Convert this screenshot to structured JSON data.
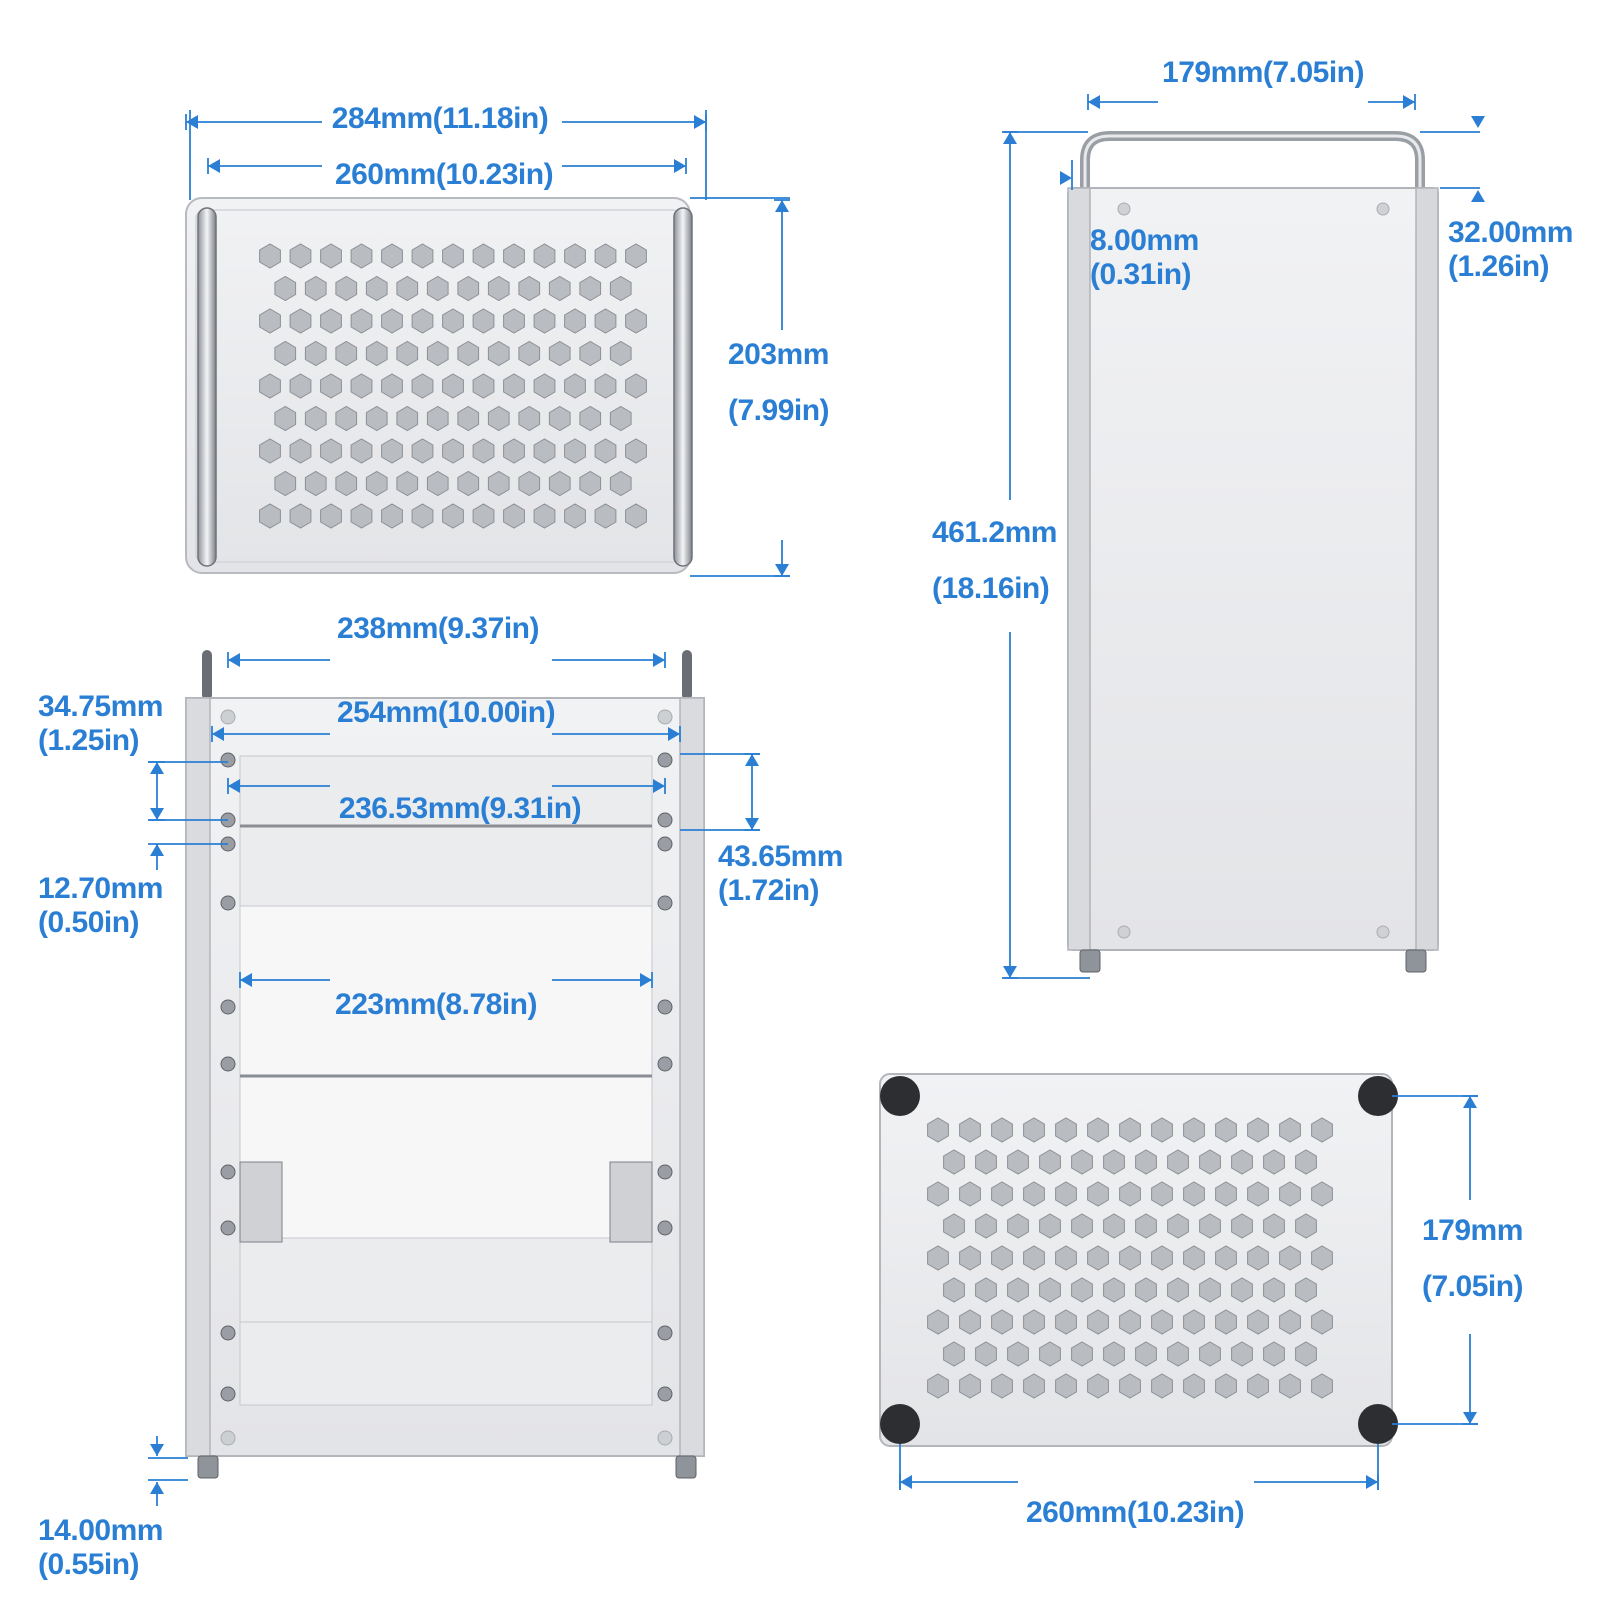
{
  "diagram": {
    "accent_color": "#2a7fd4",
    "case_color": "#e9eaec",
    "dimensions": {
      "top_overall_width": "284mm(11.18in)",
      "top_inner_width": "260mm(10.23in)",
      "top_height_mm": "203mm",
      "top_height_in": "(7.99in)",
      "side_handle_width": "179mm(7.05in)",
      "handle_offset_mm": "8.00mm",
      "handle_offset_in": "(0.31in)",
      "handle_height_mm": "32.00mm",
      "handle_height_in": "(1.26in)",
      "total_height_mm": "461.2mm",
      "total_height_in": "(18.16in)",
      "rail_width_238": "238mm(9.37in)",
      "rail_width_254": "254mm(10.00in)",
      "rail_width_236": "236.53mm(9.31in)",
      "slot_width_223": "223mm(8.78in)",
      "slot_top_mm": "34.75mm",
      "slot_top_in": "(1.25in)",
      "slot_gap_mm": "12.70mm",
      "slot_gap_in": "(0.50in)",
      "slot_pitch_mm": "43.65mm",
      "slot_pitch_in": "(1.72in)",
      "foot_height_mm": "14.00mm",
      "foot_height_in": "(0.55in)",
      "bottom_width": "260mm(10.23in)",
      "bottom_depth_mm": "179mm",
      "bottom_depth_in": "(7.05in)"
    }
  }
}
